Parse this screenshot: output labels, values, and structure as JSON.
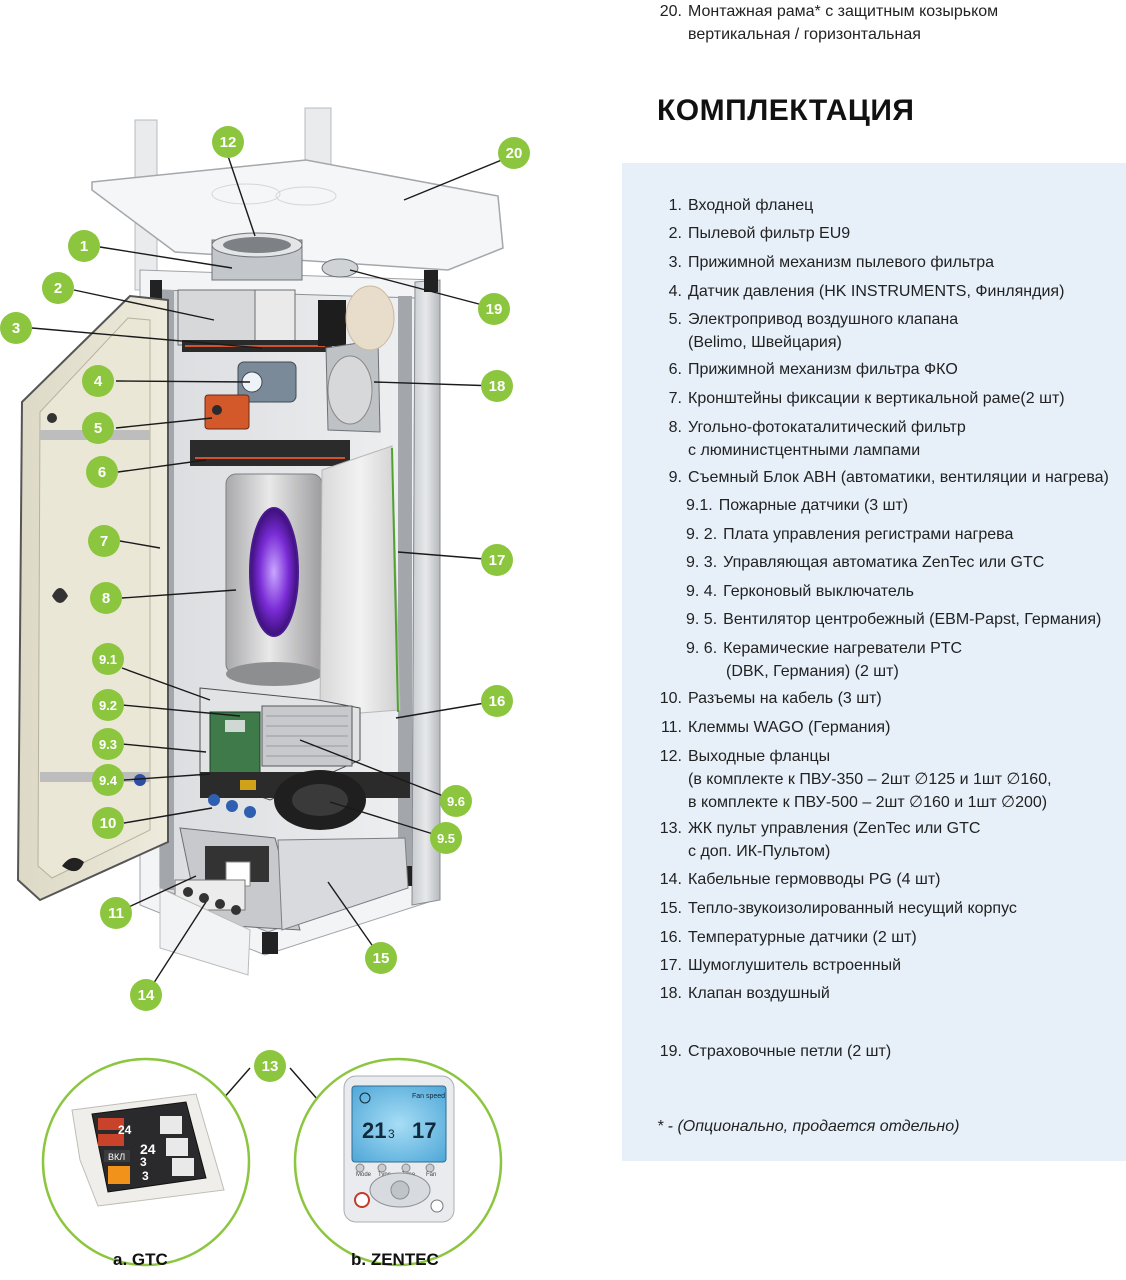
{
  "heading": "КОМПЛЕКТАЦИЯ",
  "spec_items": [
    {
      "num": "1.",
      "text": "Входной фланец"
    },
    {
      "num": "2.",
      "text": "Пылевой фильтр EU9"
    },
    {
      "num": "3.",
      "text": "Прижимной механизм пылевого фильтра"
    },
    {
      "num": "4.",
      "text": "Датчик давления (HK INSTRUMENTS, Финляндия)"
    },
    {
      "num": "5.",
      "text": "Электропривод воздушного клапана",
      "text2": "(Belimo, Швейцария)"
    },
    {
      "num": "6.",
      "text": "Прижимной механизм фильтра ФКО"
    },
    {
      "num": "7.",
      "text": "Кронштейны фиксации к вертикальной раме(2 шт)"
    },
    {
      "num": "8.",
      "text": "Угольно-фотокаталитический фильтр",
      "text2": "с люминистцентными лампами"
    },
    {
      "num": "9.",
      "text": "Съемный Блок АВН (автоматики, вентиляции и нагрева)"
    },
    {
      "num": "9.1.",
      "text": "Пожарные датчики (3 шт)",
      "sub": true
    },
    {
      "num": "9. 2.",
      "text": "Плата управления регистрами нагрева",
      "sub": true
    },
    {
      "num": "9. 3.",
      "text": "Управляющая автоматика ZenTec или GTC",
      "sub": true
    },
    {
      "num": "9. 4.",
      "text": "Герконовый выключатель",
      "sub": true
    },
    {
      "num": "9. 5.",
      "text": "Вентилятор центробежный (EBM-Papst, Германия)",
      "sub": true
    },
    {
      "num": "9. 6.",
      "text": "Керамические нагреватели PTC",
      "text2": "(DBK, Германия) (2 шт)",
      "sub": true
    },
    {
      "num": "10.",
      "text": "Разъемы на кабель (3 шт)"
    },
    {
      "num": "11.",
      "text": "Клеммы  WAGO (Германия)"
    },
    {
      "num": "12.",
      "text": "Выходные фланцы",
      "text2": "(в комплекте к ПВУ-350 – 2шт ∅125 и 1шт ∅160,",
      "text3": "в комплекте к ПВУ-500 – 2шт ∅160 и 1шт ∅200)"
    },
    {
      "num": "13.",
      "text": "ЖК пульт управления (ZenTec или GTC",
      "text2": "с доп. ИК-Пультом)"
    },
    {
      "num": "14.",
      "text": "Кабельные гермовводы PG (4 шт)"
    },
    {
      "num": "15.",
      "text": "Тепло-звукоизолированный несущий корпус"
    },
    {
      "num": "16.",
      "text": "Температурные датчики (2 шт)"
    },
    {
      "num": "17.",
      "text": "Шумоглушитель встроенный"
    },
    {
      "num": "18.",
      "text": "Клапан воздушный"
    },
    {
      "num": "19.",
      "text": "Страховочные петли (2 шт)"
    },
    {
      "num": "20.",
      "text": "Монтажная рама* с защитным козырьком",
      "text2": "вертикальная / горизонтальная"
    }
  ],
  "footnote": "* - (Опционально, продается отдельно)",
  "callouts": [
    "1",
    "2",
    "3",
    "4",
    "5",
    "6",
    "7",
    "8",
    "9.1",
    "9.2",
    "9.3",
    "9.4",
    "10",
    "11",
    "12",
    "14",
    "15",
    "16",
    "17",
    "18",
    "19",
    "20",
    "9.6",
    "9.5",
    "13"
  ],
  "panel_gtc": {
    "caption": "a. GTC",
    "screen": {
      "v1": "24",
      "v2": "24",
      "v3": "3",
      "v4": "3",
      "btn": "ВКЛ"
    }
  },
  "panel_zentec": {
    "caption": "b. ZENTEC",
    "screen": {
      "temp_left": "21",
      "temp_left_dec": "3",
      "temp_right": "17",
      "fan_label": "Fan speed"
    },
    "buttons": [
      "Mode",
      "Type",
      "Time",
      "Fan"
    ]
  },
  "colors": {
    "callout": "#8cc63f",
    "panel_bg": "#e7f0f9",
    "heading": "#111111",
    "violet_lamp": "#7a2cd6"
  }
}
